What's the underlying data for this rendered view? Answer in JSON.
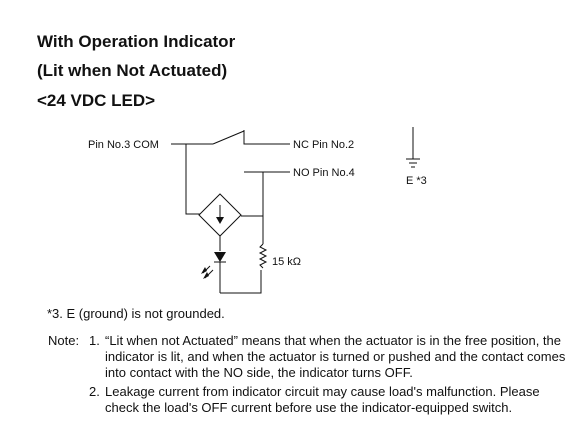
{
  "title": {
    "line1": "With Operation Indicator",
    "line2": "(Lit when Not Actuated)",
    "line3": "<24 VDC LED>"
  },
  "diagram": {
    "com_label": "Pin No.3 COM",
    "nc_label": "NC Pin No.2",
    "no_label": "NO Pin No.4",
    "ground_label": "E *3",
    "resistor_label": "15 kΩ"
  },
  "footnote": "*3. E (ground) is not grounded.",
  "notes": {
    "label": "Note:",
    "items": [
      {
        "num": "1.",
        "text": "“Lit when not Actuated” means that when the actuator is in the free position, the indicator is lit, and when the actuator is turned or pushed and the contact comes into contact with the NO side, the indicator turns OFF."
      },
      {
        "num": "2.",
        "text": "Leakage current from indicator circuit may cause load's malfunction. Please check the load's OFF current before use the indicator-equipped switch."
      }
    ]
  }
}
